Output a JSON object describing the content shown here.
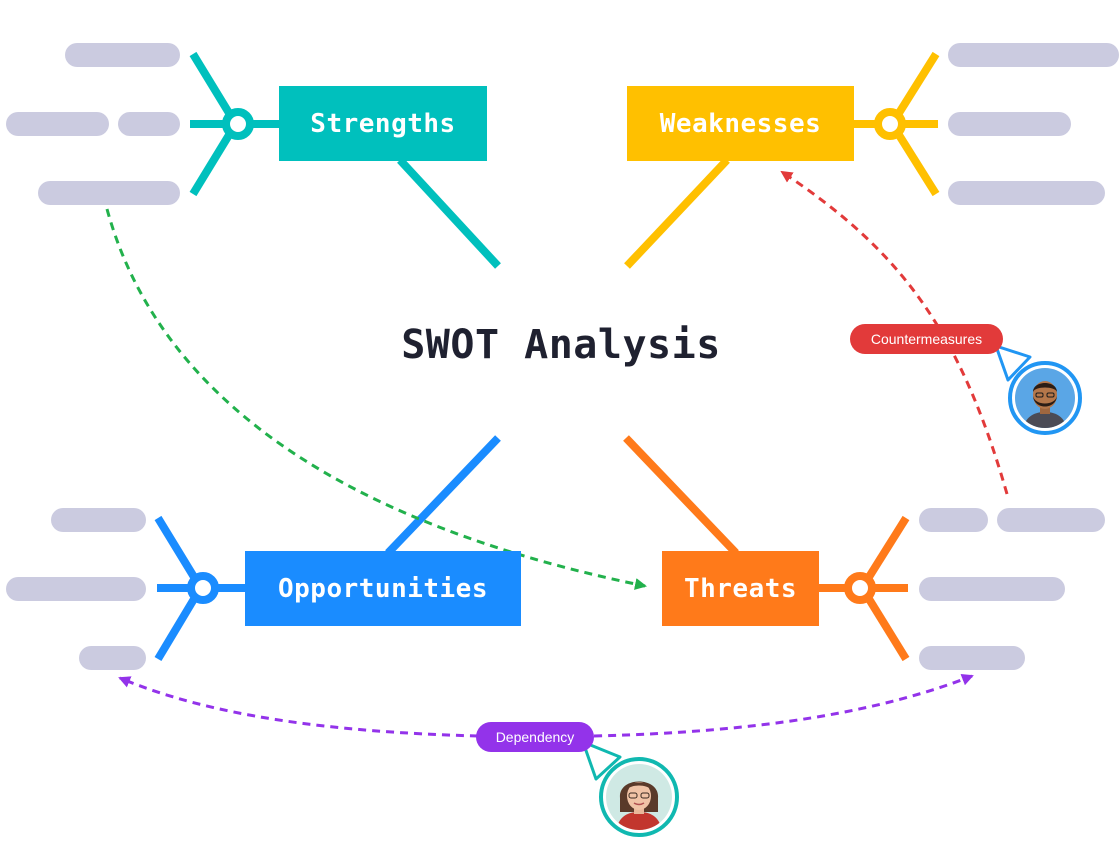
{
  "title": "SWOT Analysis",
  "nodes": {
    "strengths": {
      "label": "Strengths",
      "color": "#00c0bd"
    },
    "weaknesses": {
      "label": "Weaknesses",
      "color": "#ffc000"
    },
    "opportunities": {
      "label": "Opportunities",
      "color": "#1a8cff"
    },
    "threats": {
      "label": "Threats",
      "color": "#ff7a1a"
    }
  },
  "connectors": {
    "countermeasures": {
      "label": "Countermeasures",
      "color": "#e23a3a"
    },
    "dependency": {
      "label": "Dependency",
      "color": "#9333ea"
    },
    "link": {
      "color": "#22b14c"
    }
  },
  "placeholder_color": "#cbcbe0",
  "avatars": {
    "user_1": {
      "ring_color": "#2196f3",
      "icon": "man-avatar-icon"
    },
    "user_2": {
      "ring_color": "#10b8b0",
      "icon": "woman-avatar-icon"
    }
  }
}
